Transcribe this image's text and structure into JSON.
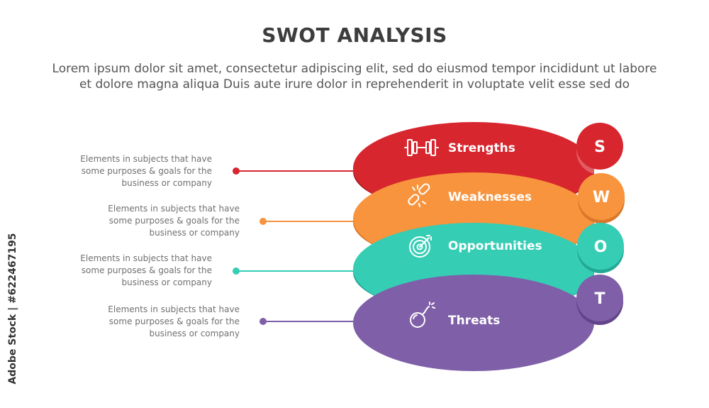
{
  "header": {
    "title": "SWOT ANALYSIS",
    "subtitle_line1": "Lorem ipsum dolor sit amet, consectetur adipiscing elit, sed do eiusmod tempor incididunt ut labore",
    "subtitle_line2": "et dolore magna aliqua Duis aute irure dolor in reprehenderit in voluptate velit esse sed do"
  },
  "side_text": "Adobe Stock | #622467195",
  "items": [
    {
      "letter": "S",
      "label": "Strengths",
      "icon": "dumbbell-icon",
      "color": "#d8262f",
      "shade": "#a91d24",
      "desc_line1": "Elements in subjects that have",
      "desc_line2": "some purposes & goals for the",
      "desc_line3": "business or company"
    },
    {
      "letter": "W",
      "label": "Weaknesses",
      "icon": "broken-chain-icon",
      "color": "#f7943d",
      "shade": "#d9772a",
      "desc_line1": "Elements in subjects that have",
      "desc_line2": "some purposes & goals for the",
      "desc_line3": "business or company"
    },
    {
      "letter": "O",
      "label": "Opportunities",
      "icon": "target-icon",
      "color": "#36cdb5",
      "shade": "#22a994",
      "desc_line1": "Elements in subjects that have",
      "desc_line2": "some purposes & goals for the",
      "desc_line3": "business or company"
    },
    {
      "letter": "T",
      "label": "Threats",
      "icon": "bomb-icon",
      "color": "#7e5fa8",
      "shade": "#634489",
      "desc_line1": "Elements in subjects that have",
      "desc_line2": "some purposes & goals for the",
      "desc_line3": "business or company"
    }
  ]
}
